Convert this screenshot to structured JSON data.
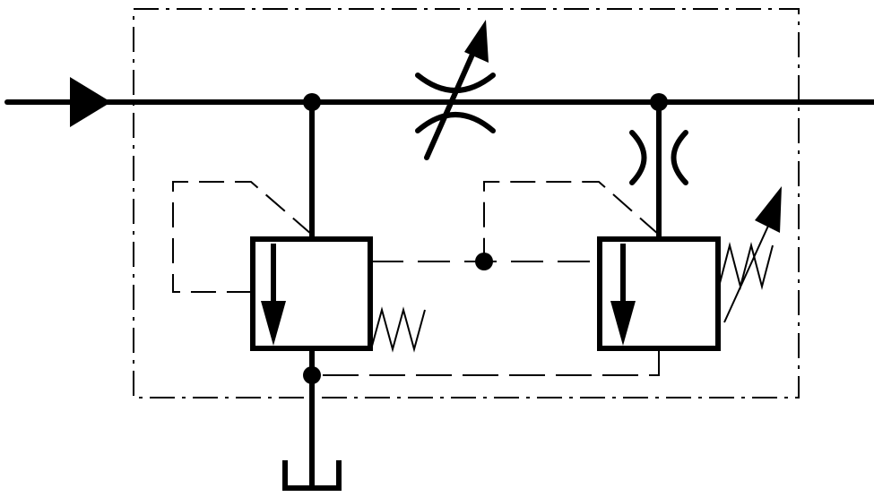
{
  "diagram": {
    "type": "hydraulic-schematic",
    "colors": {
      "background": "#ffffff",
      "stroke": "#000000"
    },
    "components": [
      {
        "kind": "flow-direction-arrow",
        "icon": "triangle-arrow-icon"
      },
      {
        "kind": "adjustable-throttle",
        "icon": "variable-orifice-icon"
      },
      {
        "kind": "fixed-orifice",
        "icon": "orifice-icon"
      },
      {
        "kind": "pressure-relief-valve",
        "icon": "relief-valve-icon"
      },
      {
        "kind": "adjustable-pressure-valve",
        "icon": "adjustable-spring-valve-icon"
      },
      {
        "kind": "tank",
        "icon": "tank-icon"
      },
      {
        "kind": "enclosure",
        "icon": "dash-dot-boundary-icon"
      }
    ]
  }
}
